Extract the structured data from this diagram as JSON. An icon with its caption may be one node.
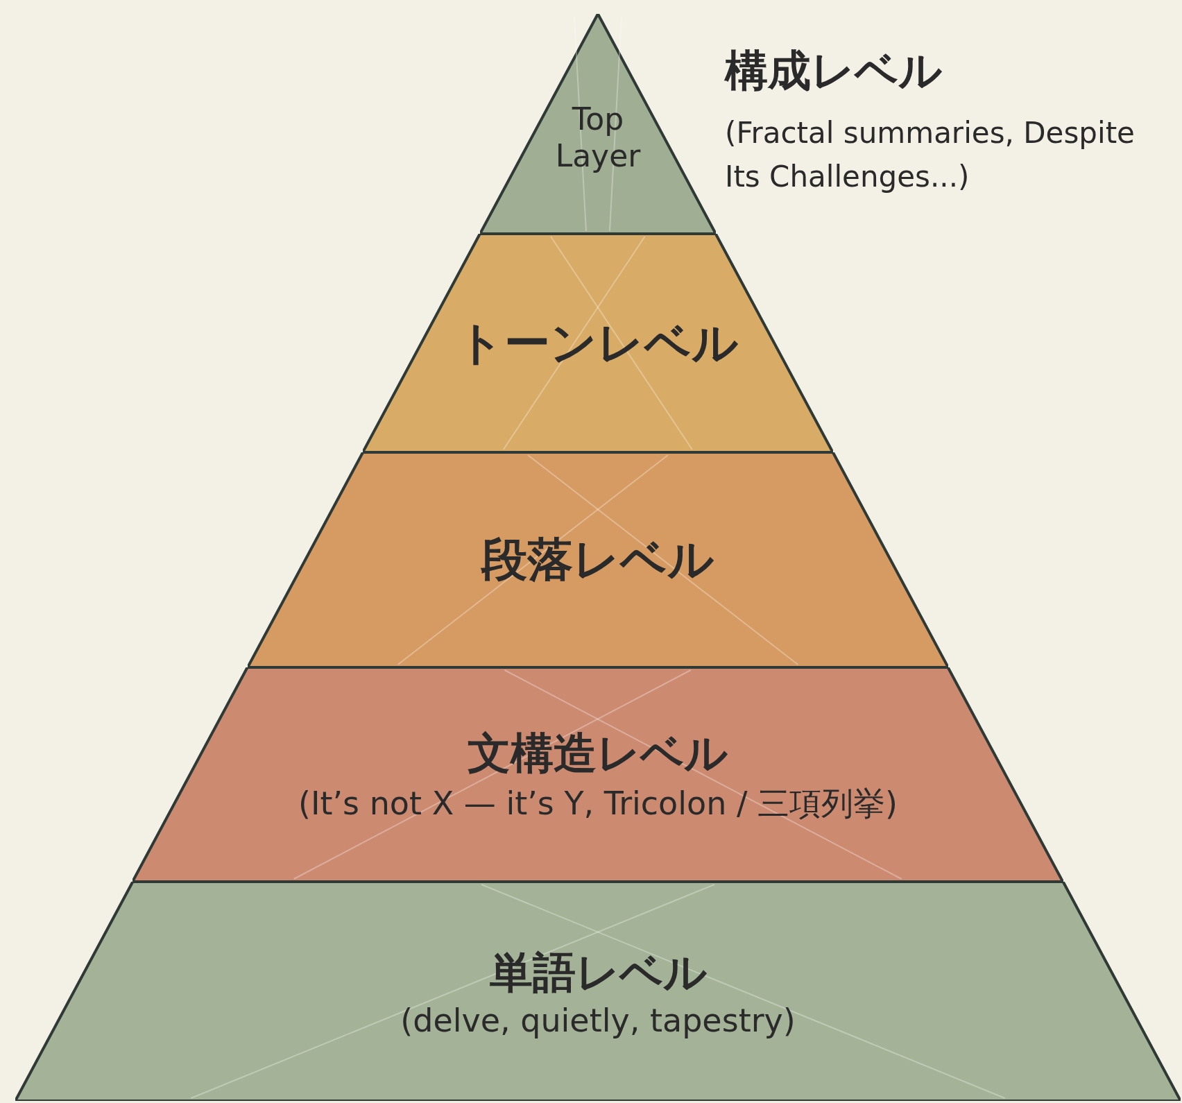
{
  "diagram": {
    "nodes": [
      {
        "text": [
          "Top Layer"
        ],
        "beside": [
          "構成レベル",
          "(Fractal summaries, Despite Its Challenges...)"
        ]
      },
      {
        "text": [
          "トーンレベル"
        ]
      },
      {
        "text": [
          "段落レベル"
        ]
      },
      {
        "text": [
          "文構造レベル",
          "(It’s not X — it’s Y, Tricolon / 三項列挙)"
        ]
      },
      {
        "text": [
          "単語レベル",
          "(delve, quietly, tapestry)"
        ]
      }
    ],
    "edges": []
  }
}
